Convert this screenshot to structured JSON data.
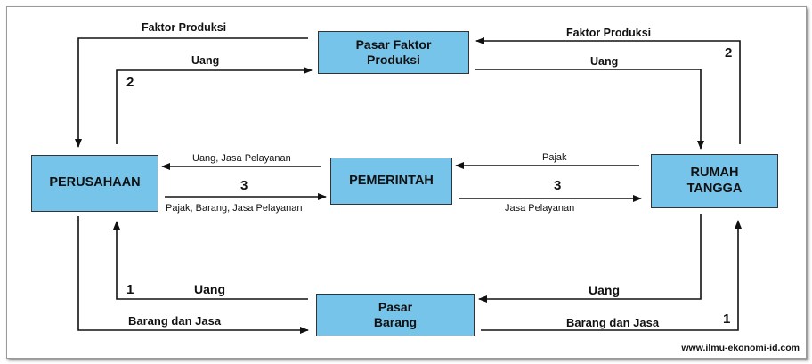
{
  "nodes": {
    "pasar_faktor": "Pasar Faktor Produksi",
    "perusahaan": "PERUSAHAAN",
    "pemerintah": "PEMERINTAH",
    "rumah_tangga": "RUMAH TANGGA",
    "pasar_barang": "Pasar Barang"
  },
  "flows": {
    "faktor_left": "Faktor Produksi",
    "faktor_right": "Faktor Produksi",
    "uang_top_left": "Uang",
    "uang_top_right": "Uang",
    "gov_to_firm": "Uang, Jasa Pelayanan",
    "firm_to_gov": "Pajak, Barang, Jasa Pelayanan",
    "hh_to_gov": "Pajak",
    "gov_to_hh": "Jasa Pelayanan",
    "uang_bottom_left": "Uang",
    "uang_bottom_right": "Uang",
    "barang_left": "Barang dan Jasa",
    "barang_right": "Barang dan Jasa"
  },
  "numbers": {
    "n2_left": "2",
    "n2_right": "2",
    "n3_left": "3",
    "n3_right": "3",
    "n1_left": "1",
    "n1_right": "1"
  },
  "website": "www.ilmu-ekonomi-id.com",
  "colors": {
    "box_fill": "#77c4ea",
    "line": "#111111"
  }
}
